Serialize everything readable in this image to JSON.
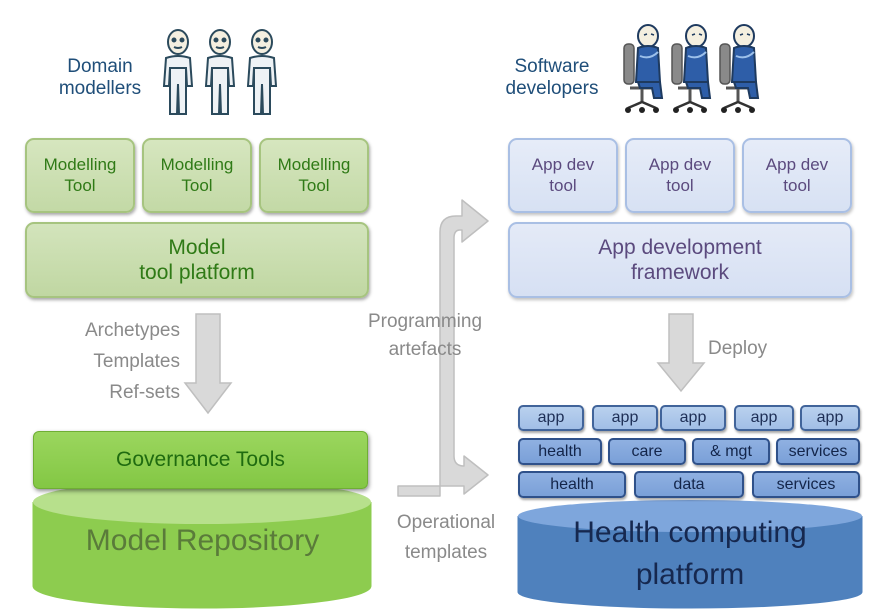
{
  "headings": {
    "modellers": "Domain\nmodellers",
    "developers": "Software\ndevelopers"
  },
  "left": {
    "tools": [
      "Modelling\nTool",
      "Modelling\nTool",
      "Modelling\nTool"
    ],
    "platform": "Model\ntool platform",
    "arrow_label": "Archetypes\nTemplates\nRef-sets",
    "governance": "Governance Tools",
    "repository": "Model Repository"
  },
  "middle": {
    "programming": "Programming\nartefacts",
    "operational": "Operational\ntemplates"
  },
  "right": {
    "tools": [
      "App dev\ntool",
      "App dev\ntool",
      "App dev\ntool"
    ],
    "framework": "App development\nframework",
    "deploy": "Deploy",
    "apps": [
      "app",
      "app",
      "app",
      "app",
      "app"
    ],
    "row2": [
      "health",
      "care",
      "& mgt",
      "services"
    ],
    "row3": [
      "health",
      "data",
      "services"
    ],
    "platform": "Health computing\nplatform"
  },
  "colors": {
    "green_dark": "#2f7a16",
    "green_bright": "#8dcc4f",
    "blue_text": "#5b4a7e",
    "blue_platform": "#4f81bd",
    "arrow_grey": "#d9d9d9"
  }
}
